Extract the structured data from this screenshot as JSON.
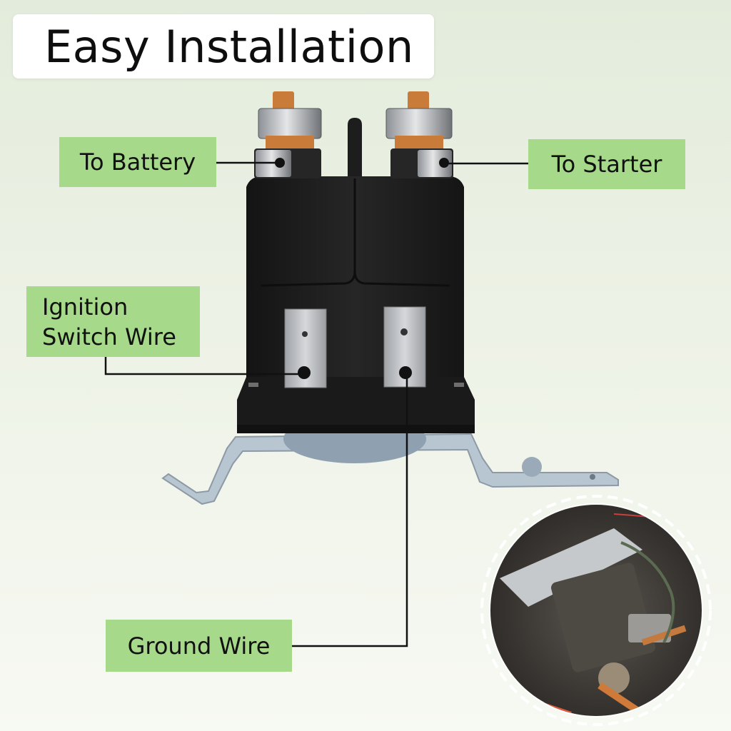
{
  "title": "Easy Installation",
  "labels": {
    "battery": "To Battery",
    "starter": "To Starter",
    "ignition_line1": "Ignition",
    "ignition_line2": "Switch Wire",
    "ground": "Ground Wire"
  },
  "colors": {
    "label_bg": "#a6d98a",
    "solenoid_body": "#1c1c1c",
    "terminal_metal": "#b9bcc0",
    "copper": "#c97b3a",
    "bracket": "#b8c6d2"
  }
}
